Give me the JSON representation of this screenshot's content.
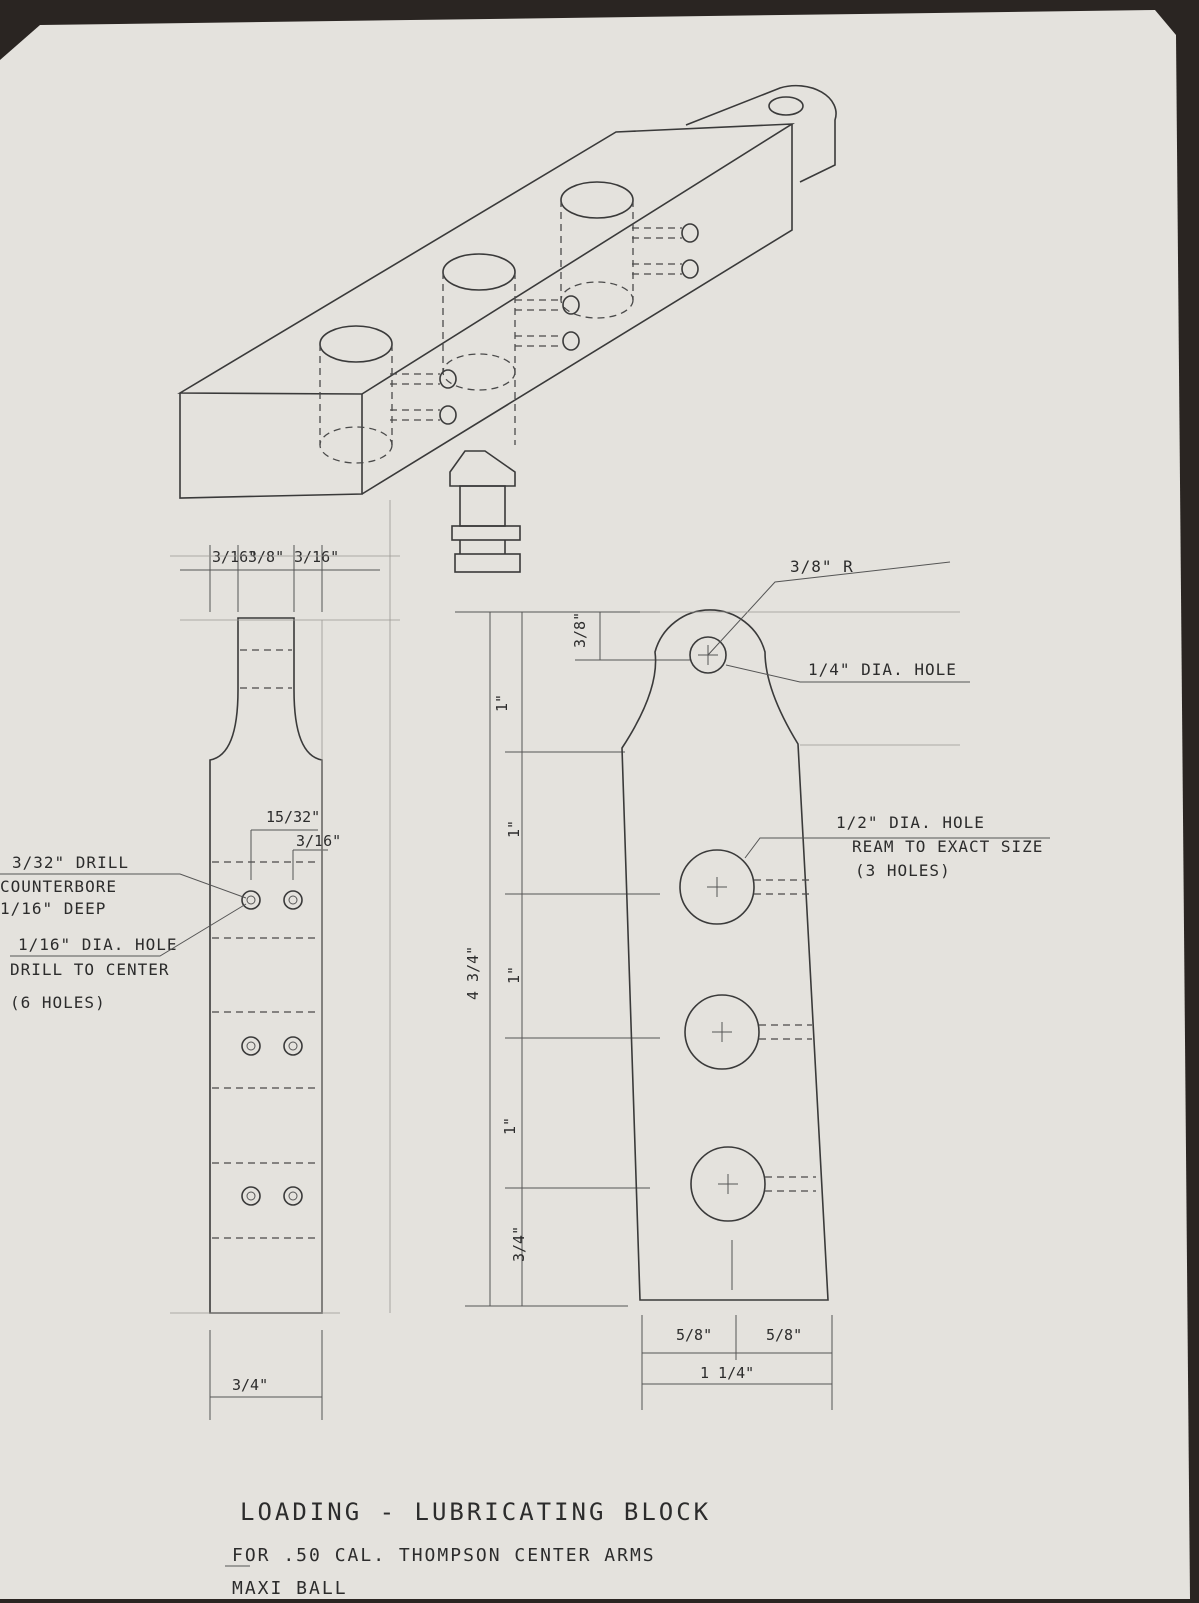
{
  "colors": {
    "paper": "#e4e2dd",
    "ink": "#3a3a3a",
    "background": "#2a2522"
  },
  "dimensions": {
    "top_width_left": "3/16\"",
    "top_width_center": "3/8\"",
    "top_width_right": "3/16\"",
    "drill_spacing": "15/32\"",
    "drill_offset": "3/16\"",
    "ear_height": "3/8\"",
    "overall_height": "4 3/4\"",
    "seg_1": "1\"",
    "seg_2": "1\"",
    "seg_3": "1\"",
    "seg_4": "1\"",
    "seg_bottom": "3/4\"",
    "side_width": "3/4\"",
    "half_left": "5/8\"",
    "half_right": "5/8\"",
    "front_width": "1 1/4\""
  },
  "notes": {
    "ear_radius": "3/8\" R",
    "quarter_hole": "1/4\" DIA. HOLE",
    "half_hole": "1/2\" DIA. HOLE",
    "ream_line": "REAM TO EXACT SIZE",
    "ream_count": "(3 HOLES)",
    "drill_line1": "3/32\" DRILL",
    "drill_line2": "COUNTERBORE",
    "drill_line3": "1/16\" DEEP",
    "hole_line1": "1/16\" DIA. HOLE",
    "hole_line2": "DRILL TO CENTER",
    "hole_line3": "(6 HOLES)"
  },
  "title_block": {
    "title": "LOADING - LUBRICATING BLOCK",
    "subtitle_line1": "FOR .50 CAL. THOMPSON CENTER ARMS",
    "subtitle_line2": "MAXI BALL"
  }
}
